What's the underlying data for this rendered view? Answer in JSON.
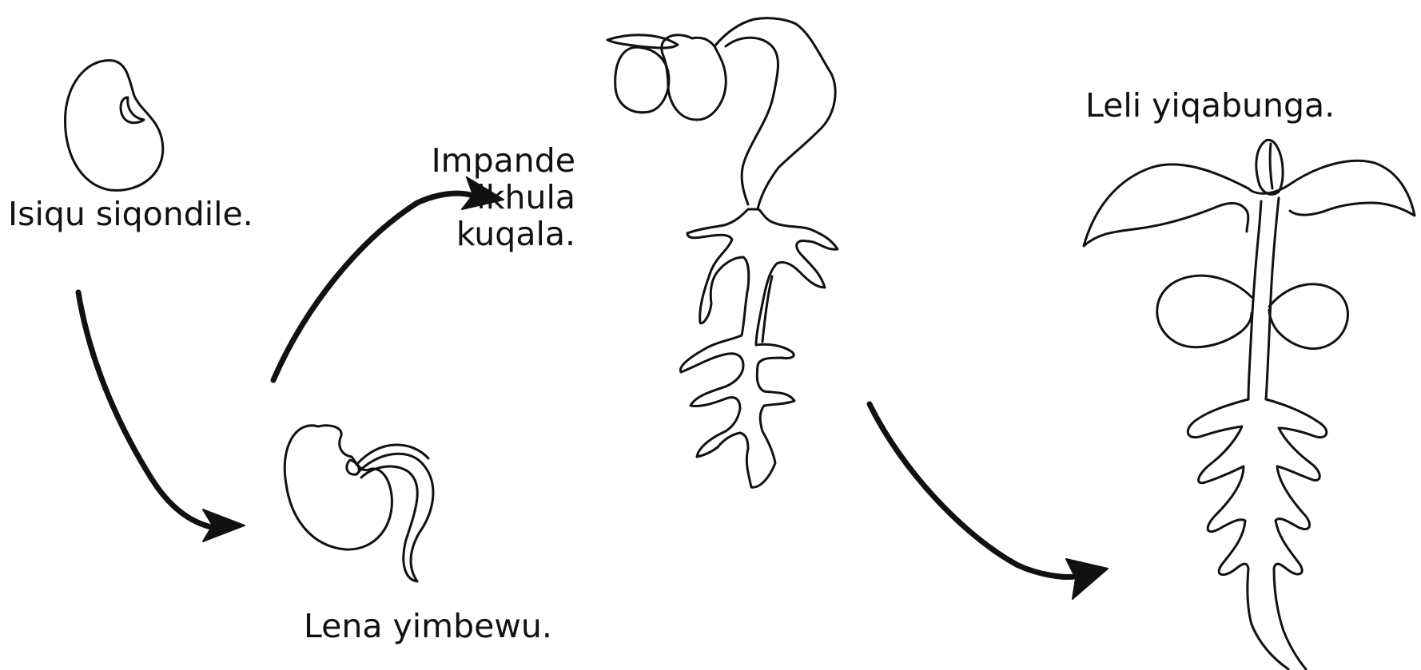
{
  "labels": {
    "seed": "Isiqu siqondile.",
    "sprout": "Lena yimbewu.",
    "root_line1": "Impande",
    "root_line2": "ikhula",
    "root_line3": "kuqala.",
    "plant": "Leli yiqabunga."
  },
  "colors": {
    "ink": "#111111",
    "background": "#ffffff"
  }
}
